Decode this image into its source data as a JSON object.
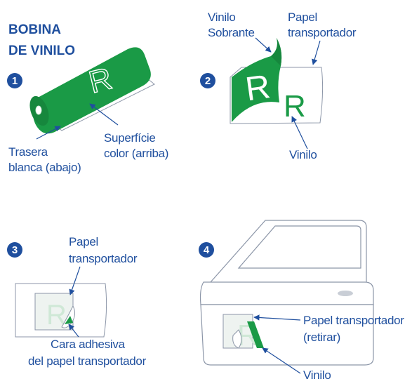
{
  "colors": {
    "vinyl_green": "#1a9a46",
    "text_blue": "#1f4f9e",
    "outline_gray": "#8c96a8",
    "paper_fill": "#ffffff",
    "light_green": "#cfe8d6"
  },
  "panel1": {
    "title_line1": "BOBINA",
    "title_line2": "DE VINILO",
    "number": "1",
    "roll_letter": "R",
    "label_back_line1": "Trasera",
    "label_back_line2": "blanca (abajo)",
    "label_surface_line1": "Superfície",
    "label_surface_line2": "color (arriba)"
  },
  "panel2": {
    "number": "2",
    "label_excess_line1": "Vinilo",
    "label_excess_line2": "Sobrante",
    "label_paper_line1": "Papel",
    "label_paper_line2": "transportador",
    "label_vinyl": "Vinilo",
    "letter_big": "R",
    "letter_small": "R"
  },
  "panel3": {
    "number": "3",
    "label_paper_line1": "Papel",
    "label_paper_line2": "transportador",
    "label_adhesive_line1": "Cara adhesiva",
    "label_adhesive_line2": "del papel transportador",
    "letter": "R"
  },
  "panel4": {
    "number": "4",
    "label_paper_line1": "Papel transportador",
    "label_paper_line2": "(retirar)",
    "label_vinyl": "Vinilo",
    "letter": "R"
  }
}
